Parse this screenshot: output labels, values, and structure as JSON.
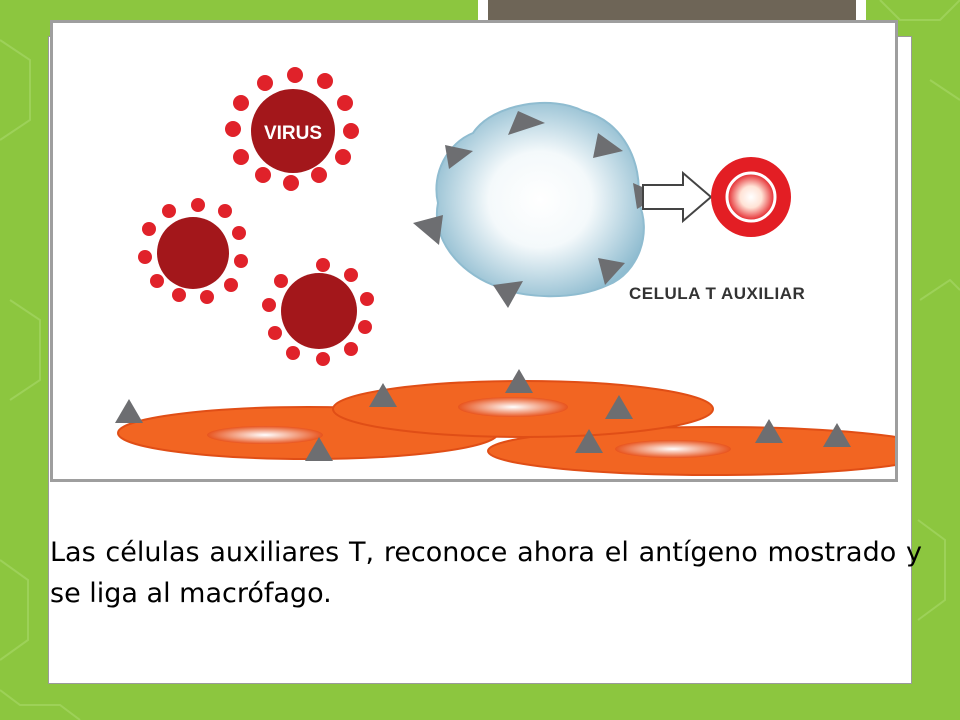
{
  "diagram": {
    "virus_label": "VIRUS",
    "tcell_label": "CELULA T AUXILIAR"
  },
  "caption": {
    "text": "Las células auxiliares T, reconoce ahora el antígeno mostrado y se liga al macrófago."
  },
  "colors": {
    "background_green": "#8cc63f",
    "virus_red": "#a3171b",
    "virus_dot_red": "#e0222a",
    "cell_orange": "#f26522",
    "antigen_gray": "#6d6e71",
    "macrophage_blue": "#b9d8e6",
    "tcell_red": "#e31e24",
    "tab_taupe": "#6e6557"
  }
}
